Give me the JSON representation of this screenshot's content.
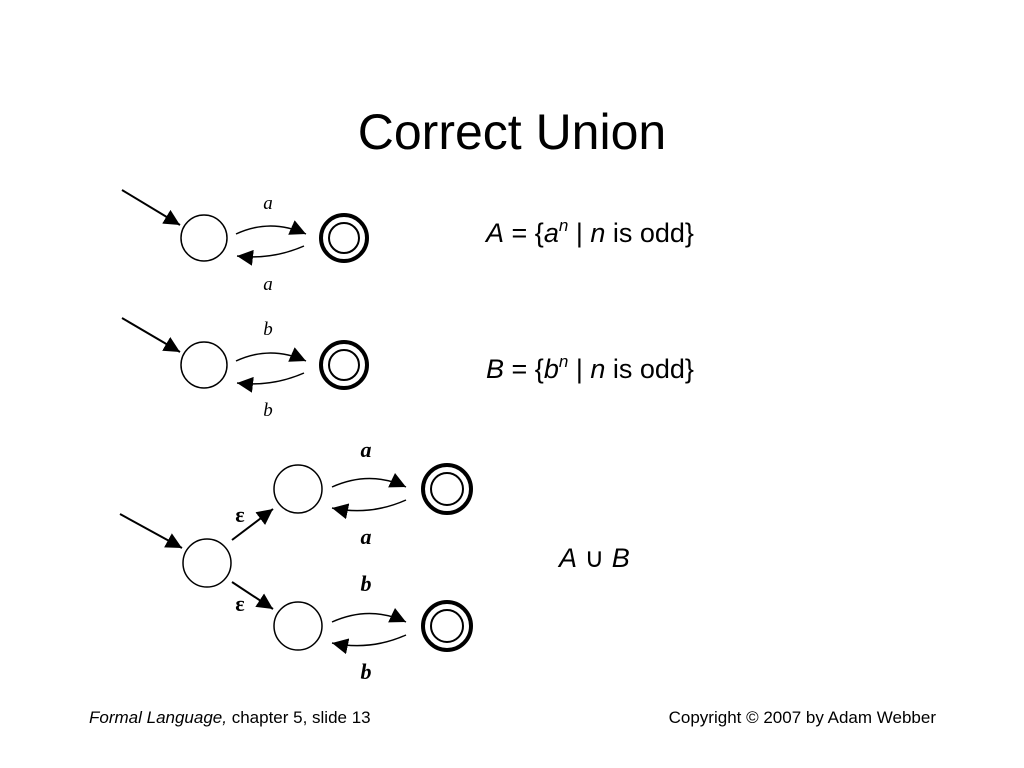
{
  "title": "Correct Union",
  "diagram1": {
    "top_label": "a",
    "bottom_label": "a"
  },
  "diagram2": {
    "top_label": "b",
    "bottom_label": "b"
  },
  "diagram3": {
    "eps_upper": "ε",
    "eps_lower": "ε",
    "upper_top_label": "a",
    "upper_bottom_label": "a",
    "lower_top_label": "b",
    "lower_bottom_label": "b"
  },
  "formula_a": {
    "set": "A",
    "eq": " = {",
    "base": "a",
    "exp": "n",
    "bar": " |  ",
    "var": "n",
    "rest": " is odd}"
  },
  "formula_b": {
    "set": "B",
    "eq": " = {",
    "base": "b",
    "exp": "n",
    "bar": " |  ",
    "var": "n",
    "rest": " is odd}"
  },
  "formula_union": {
    "left": "A",
    "op": " ∪ ",
    "right": "B"
  },
  "footer": {
    "book": "Formal Language,",
    "chapter": " chapter 5, slide 13",
    "copyright": "Copyright © 2007 by Adam Webber"
  }
}
